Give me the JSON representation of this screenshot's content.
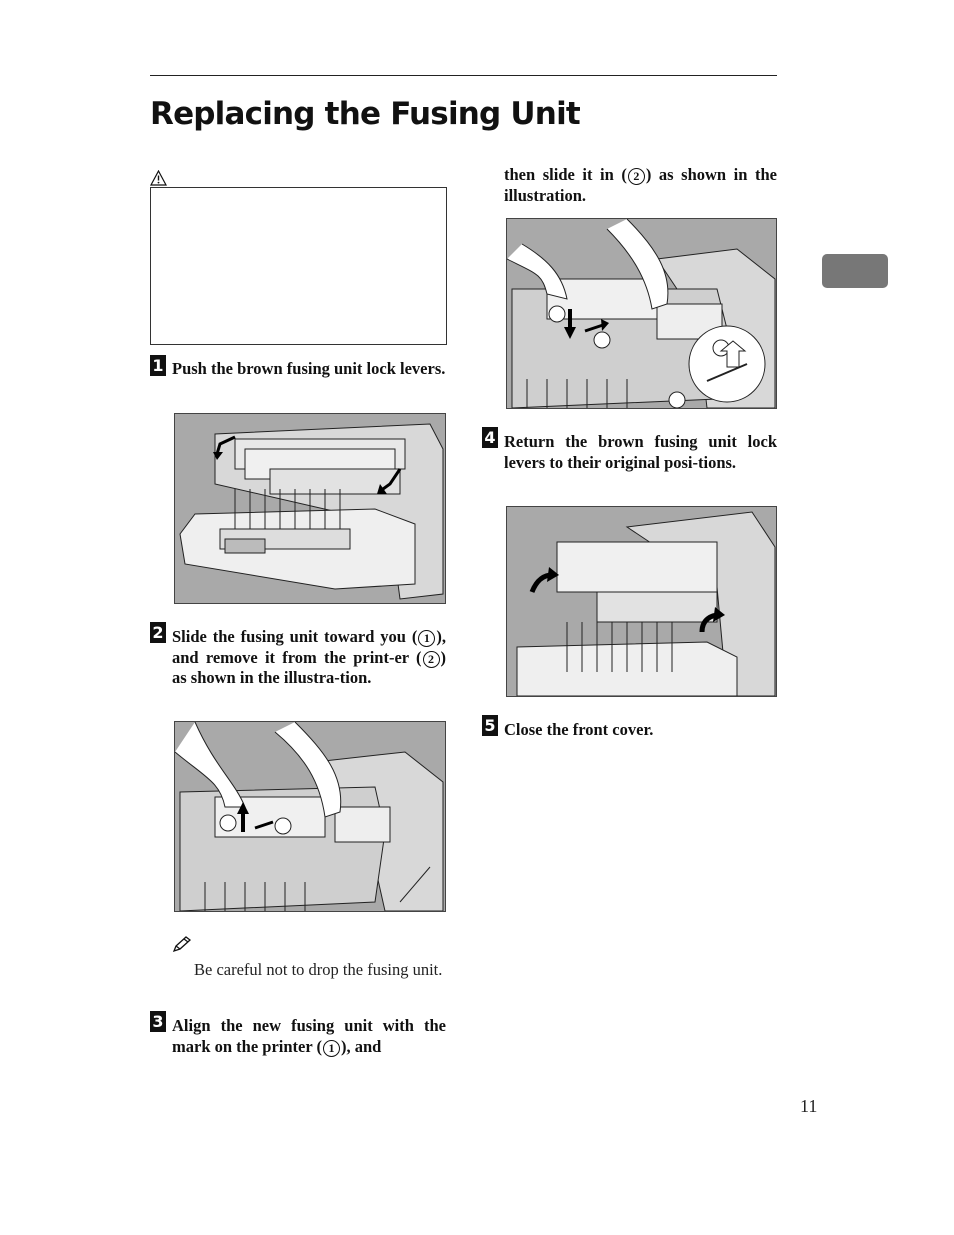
{
  "header": {
    "title": "Replacing the Fusing Unit"
  },
  "caution": {
    "icon": "warning-triangle-icon"
  },
  "steps": [
    {
      "number": "1",
      "text": "Push the brown fusing unit lock levers."
    },
    {
      "number": "2",
      "text_a": "Slide the fusing unit toward you (",
      "mark1": "1",
      "text_b": "), and remove it from the print-er (",
      "mark2": "2",
      "text_c": ") as shown in the illustra-tion."
    },
    {
      "number": "3",
      "text_a": "Align the new fusing unit with the mark on the printer (",
      "mark1": "1",
      "text_b": "), and",
      "continued_a": "then slide it in (",
      "mark2": "2",
      "continued_b": ") as shown in the illustration."
    },
    {
      "number": "4",
      "text": "Return the brown fusing unit lock levers to their original posi-tions."
    },
    {
      "number": "5",
      "text": "Close the front cover."
    }
  ],
  "note": {
    "icon": "note-pencil-icon",
    "text": "Be careful not to drop the fusing unit."
  },
  "page_number": "11",
  "colors": {
    "illustration_bg": "#a9a9a9",
    "section_tab": "#777777"
  }
}
